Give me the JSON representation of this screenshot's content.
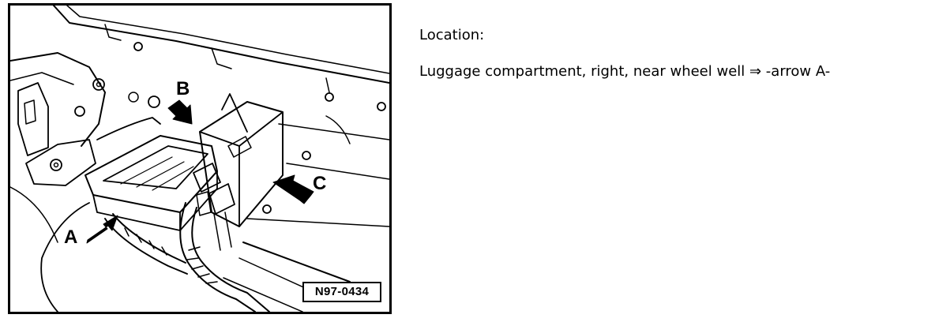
{
  "figure": {
    "callouts": {
      "a": "A",
      "b": "B",
      "c": "C"
    },
    "id": "N97-0434"
  },
  "text": {
    "heading": "Location:",
    "body": "Luggage compartment, right, near wheel well ⇒ -arrow A-"
  }
}
